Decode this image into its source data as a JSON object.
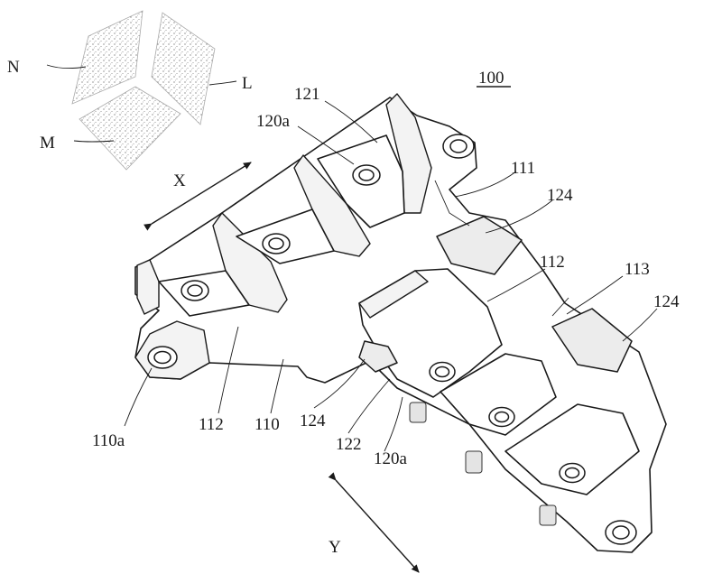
{
  "figure": {
    "reference_number": "100",
    "axis_x_label": "X",
    "axis_y_label": "Y",
    "cube_face_labels": {
      "n": "N",
      "l": "L",
      "m": "M"
    },
    "part_labels": {
      "p121": "121",
      "p120a_top": "120a",
      "p111": "111",
      "p124_top": "124",
      "p112_right": "112",
      "p113": "113",
      "p124_right": "124",
      "p110a": "110a",
      "p112_left": "112",
      "p110": "110",
      "p124_bottom": "124",
      "p122": "122",
      "p120a_bottom": "120a"
    }
  }
}
